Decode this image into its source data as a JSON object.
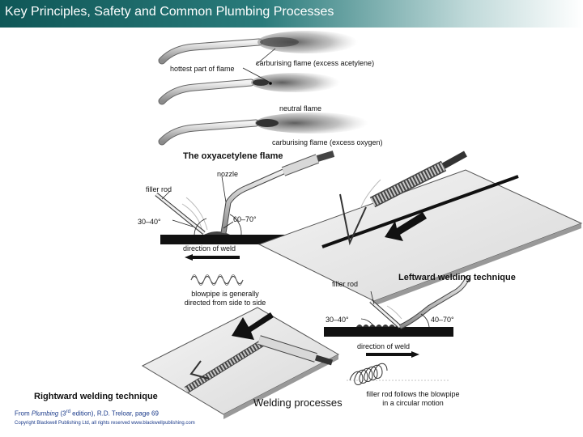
{
  "title": "Key Principles, Safety and Common Plumbing Processes",
  "flame_section": {
    "labels": {
      "hottest": "hottest part of flame",
      "carb_acetylene": "carburising flame (excess acetylene)",
      "neutral": "neutral flame",
      "carb_oxygen": "carburising flame (excess oxygen)"
    },
    "caption": "The oxyacetylene flame"
  },
  "leftward": {
    "nozzle": "nozzle",
    "filler_rod": "filler rod",
    "angle_rod": "30–40°",
    "angle_nozzle": "60–70°",
    "direction": "direction of weld",
    "note": "blowpipe is generally directed from side to side",
    "caption": "Leftward welding technique"
  },
  "rightward": {
    "filler_rod": "filler rod",
    "angle_rod": "30–40°",
    "angle_nozzle": "40–70°",
    "direction": "direction of weld",
    "note": "filler rod follows the blowpipe in a circular motion",
    "caption": "Rightward welding technique"
  },
  "main_caption": "Welding processes",
  "citation": {
    "prefix": "From ",
    "book": "Plumbing",
    "edition_open": " (3",
    "edition_sup": "rd",
    "suffix": " edition), R.D. Treloar, page 69"
  },
  "copyright": "Copyright Blackwell Publishing Ltd, all rights reserved www.blackwellpublishing.com",
  "colors": {
    "title_bar": "#0f5757",
    "citation": "#1a3a8a"
  }
}
